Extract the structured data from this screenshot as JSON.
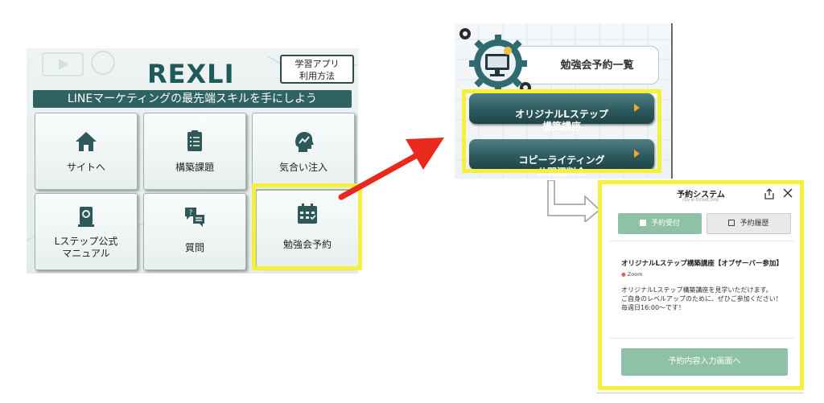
{
  "left": {
    "logo": "REXLI",
    "help_button": "学習アプリ\n利用方法",
    "banner": "LINEマーケティングの最先端スキルを手にしよう",
    "tiles": [
      {
        "label": "サイトへ",
        "icon": "house-icon"
      },
      {
        "label": "構築課題",
        "icon": "checklist-icon"
      },
      {
        "label": "気合い注入",
        "icon": "head-chart-icon"
      },
      {
        "label": "Lステップ公式\nマニュアル",
        "icon": "manual-book-icon"
      },
      {
        "label": "質問",
        "icon": "chat-bubbles-icon"
      },
      {
        "label": "勉強会予約",
        "icon": "calendar-icon"
      }
    ]
  },
  "middle": {
    "title": "勉強会予約一覧",
    "buttons": [
      {
        "label": "オリジナルLステップ\n構築講座"
      },
      {
        "label": "コピーライティング\n公開添削会"
      }
    ]
  },
  "right": {
    "title": "予約システム",
    "subtitle": "rsv.e-ticket.link",
    "tab_reserve": "予約受付",
    "tab_history": "予約履歴",
    "event_title": "オリジナルLステップ構築講座【オブザーバー参加】",
    "event_location": "Zoom",
    "event_description": "オリジナルLステップ構築講座を見学いただけます。\nご自身のレベルアップのために、ぜひご参加ください！\n毎週日16:00〜です！",
    "submit_button": "予約内容入力画面へ"
  },
  "colors": {
    "highlight": "#f5f13a",
    "teal_dark": "#2f6262",
    "green_button": "#8fc1a6",
    "arrow_red": "#e8291c"
  }
}
